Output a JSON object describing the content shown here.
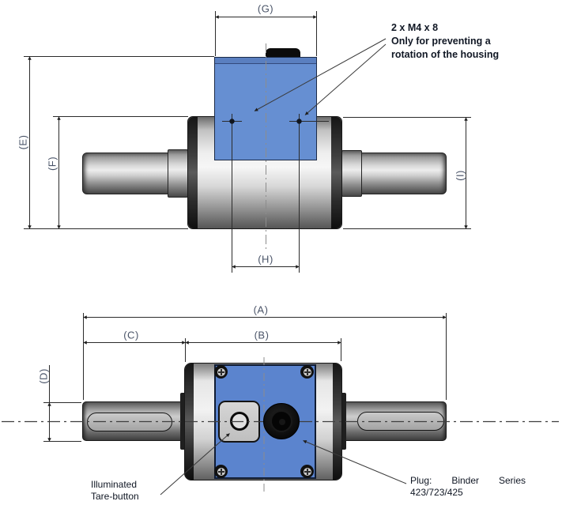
{
  "drawing": {
    "dimensions": {
      "G": "(G)",
      "E": "(E)",
      "F": "(F)",
      "H": "(H)",
      "I": "(I)",
      "A": "(A)",
      "B": "(B)",
      "C": "(C)",
      "D": "(D)"
    },
    "annotations": {
      "m4": {
        "line1": "2 x M4 x 8",
        "line2": "Only for preventing a",
        "line3": "rotation of the housing"
      },
      "tare": {
        "line1": "Illuminated",
        "line2": "Tare-button"
      },
      "plug": {
        "word1": "Plug:",
        "word2": "Binder",
        "word3": "Series",
        "line2": "423/723/425"
      }
    },
    "colors": {
      "housing_blue": "#668fd2",
      "housing_blue_dark": "#5a7fc0",
      "face_blue": "#5b84ce",
      "metal_light": "#f2f2f2",
      "outline": "#1a1a1a",
      "dimension_line": "#2b2b2b",
      "label_text": "#4a5468",
      "note_text": "#101724"
    }
  }
}
